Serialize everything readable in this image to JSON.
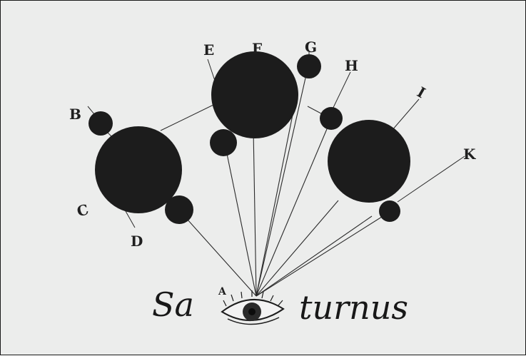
{
  "labels": {
    "a": "A",
    "b": "B",
    "c": "C",
    "d": "D",
    "e": "E",
    "f": "F",
    "g": "G",
    "h": "H",
    "i": "I",
    "k": "K"
  },
  "word": {
    "left": "Sa",
    "right": "turnus"
  },
  "colors": {
    "ink": "#1c1c1c",
    "paper": "#ecedec",
    "frame": "#1a1a1a"
  }
}
